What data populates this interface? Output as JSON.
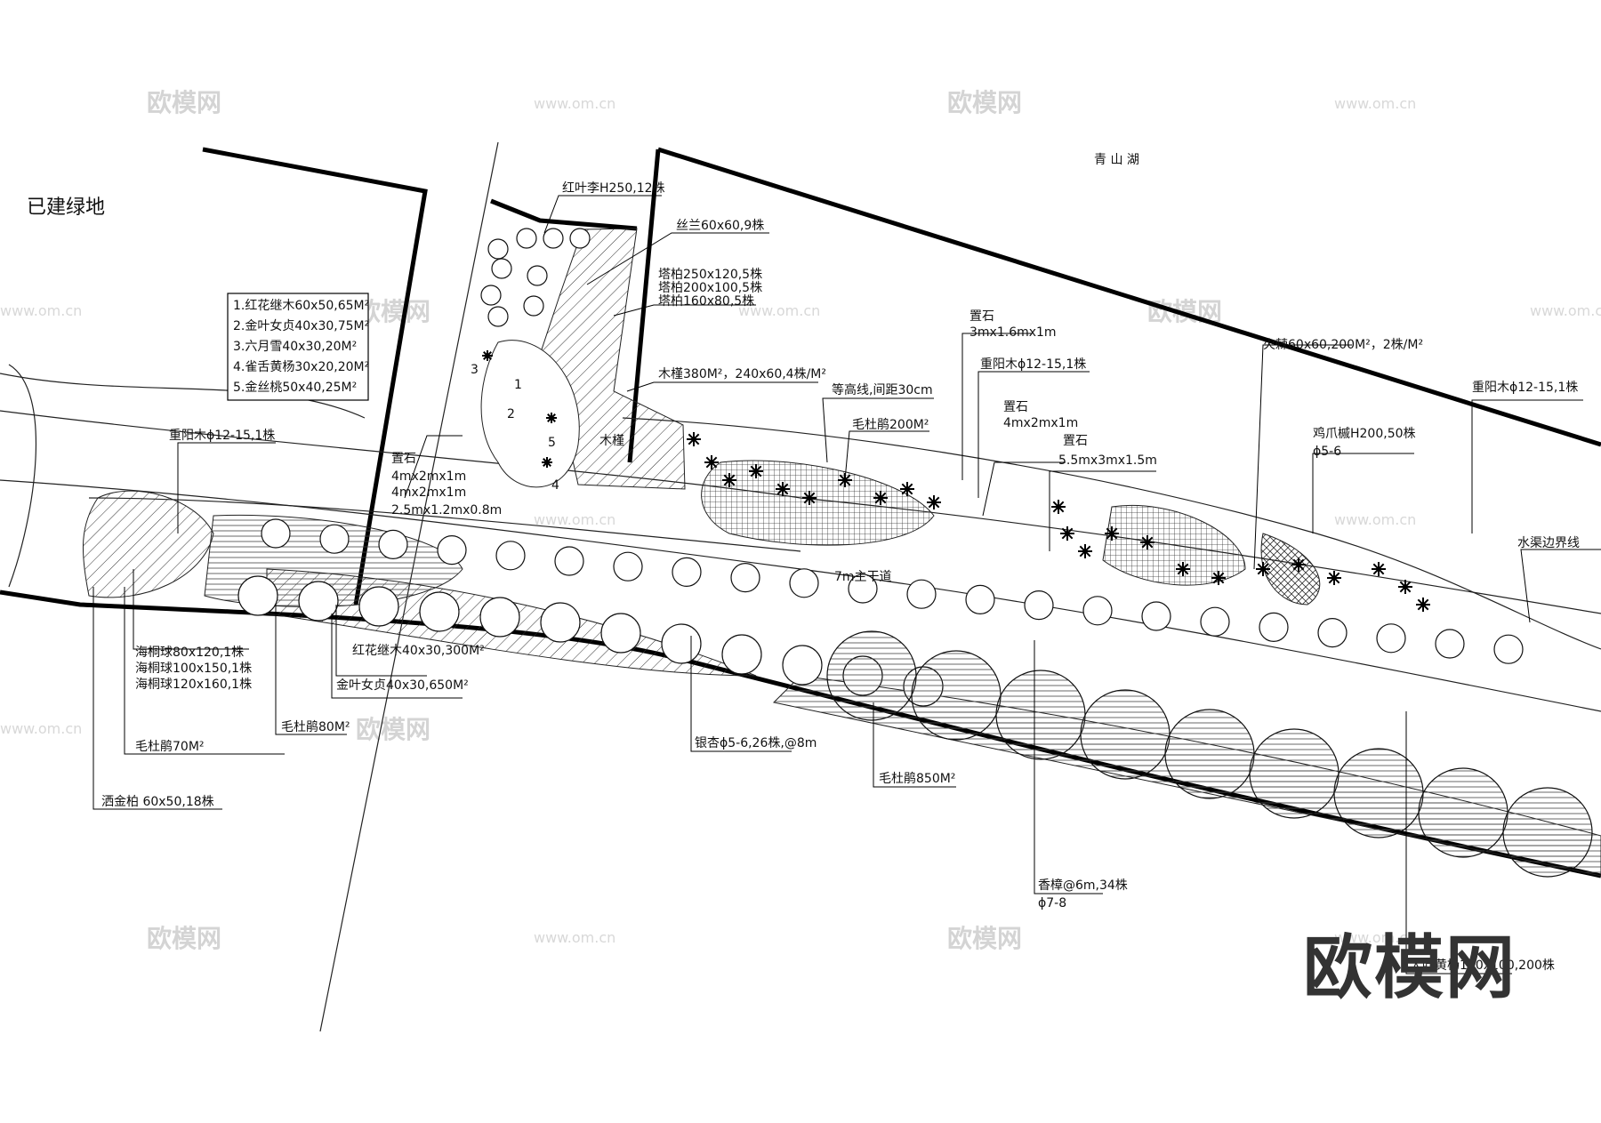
{
  "labels": {
    "lake": "青 山 湖",
    "built_green": "已建绿地",
    "road": "7m主干道",
    "canal": "水渠边界线",
    "legend": [
      "1.红花继木60x50,65M²",
      "2.金叶女贞40x30,75M²",
      "3.六月雪40x30,20M²",
      "4.雀舌黄杨30x20,20M²",
      "5.金丝桃50x40,25M²"
    ],
    "hongyeli": "红叶李H250,12株",
    "silan": "丝兰60x60,9株",
    "tabai": [
      "塔柏250x120,5株",
      "塔柏200x100,5株",
      "塔柏160x80,5株"
    ],
    "mujin": "木槿380M²，240x60,4株/M²",
    "mujin_short": "木槿",
    "contour": "等高线,间距30cm",
    "maodujuan200": "毛杜鹃200M²",
    "zhishi1": [
      "置石",
      "3mx1.6mx1m"
    ],
    "chongyang_mid": "重阳木ϕ12-15,1株",
    "zhishi2": [
      "置石",
      "4mx2mx1m"
    ],
    "zhishi3": [
      "置石",
      "5.5mx3mx1.5m"
    ],
    "huoji": "火棘60x60,200M²，2株/M²",
    "jizhuashu": [
      "鸡爪槭H200,50株",
      "ϕ5-6"
    ],
    "chongyang_right": "重阳木ϕ12-15,1株",
    "chongyang_left": "重阳木ϕ12-15,1株",
    "zhishi_left": [
      "置石",
      "4mx2mx1m",
      "4mx2mx1m",
      "2.5mx1.2mx0.8m"
    ],
    "haitong": [
      "海桐球80x120,1株",
      "海桐球100x150,1株",
      "海桐球120x160,1株"
    ],
    "hongjimu": "红花继木40x30,300M²",
    "jinye": "金叶女贞40x30,650M²",
    "maodujuan80": "毛杜鹃80M²",
    "maodujuan70": "毛杜鹃70M²",
    "sajinbai": "洒金柏 60x50,18株",
    "yinxing": "银杏ϕ5-6,26株,@8m",
    "maodujuan850": "毛杜鹃850M²",
    "xiangzhang": [
      "香樟@6m,34株",
      "ϕ7-8"
    ],
    "huangyang": "大叶黄杨100x100,200株",
    "plot_numbers": [
      "1",
      "2",
      "3",
      "4",
      "5"
    ]
  },
  "watermark": {
    "brand": "欧模网",
    "url": "www.om.cn"
  }
}
